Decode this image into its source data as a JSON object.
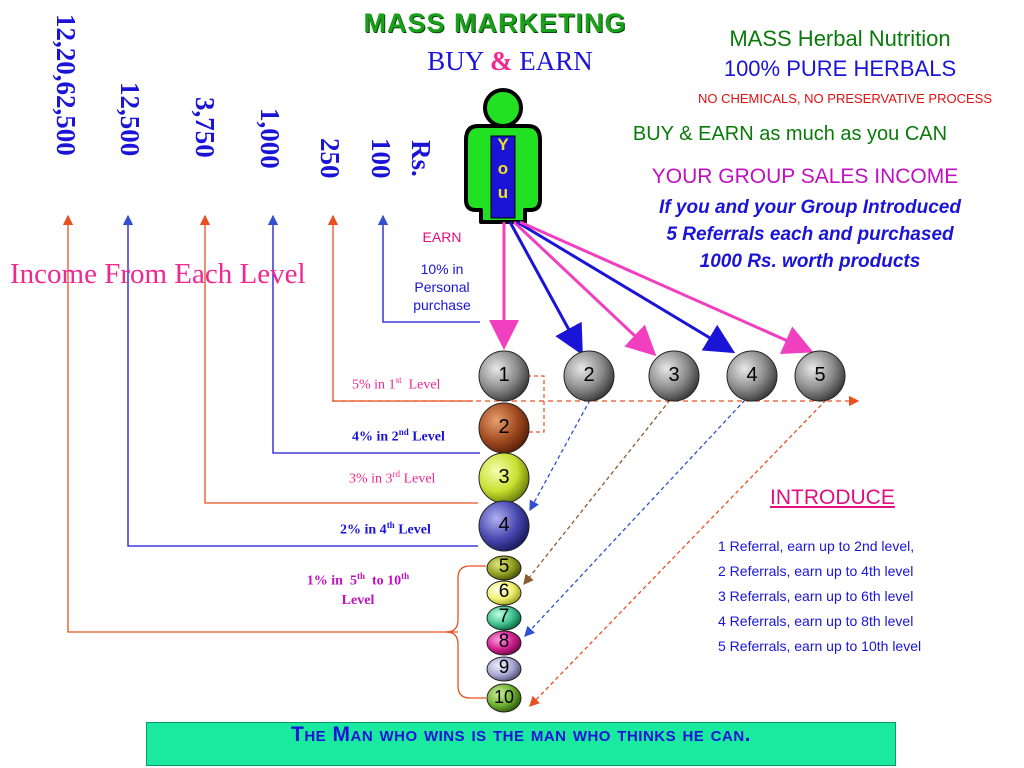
{
  "header": {
    "title": "MASS MARKETING",
    "subtitle_buy": "BUY ",
    "subtitle_amp": "&",
    "subtitle_earn": " EARN"
  },
  "herbal": {
    "line1": "MASS Herbal Nutrition",
    "line2": "100% PURE HERBALS",
    "line3": "NO CHEMICALS, NO PRESERVATIVE PROCESS"
  },
  "tagline": "BUY & EARN as much as you CAN",
  "group_sales": {
    "title": "YOUR GROUP SALES INCOME",
    "line1": "If you and your Group Introduced",
    "line2": "5 Referrals each and purchased",
    "line3": "1000 Rs. worth products"
  },
  "you_letters": [
    "Y",
    "o",
    "u"
  ],
  "income_label": "Income From Each Level",
  "income_values": {
    "rs": "Rs.",
    "v100": "100",
    "v250": "250",
    "v1000": "1,000",
    "v3750": "3,750",
    "v12500": "12,500",
    "v1220": "12,20,62,500"
  },
  "earn": {
    "title": "EARN",
    "desc": "10% in Personal purchase"
  },
  "levels": {
    "l1": {
      "prefix": "5% in 1",
      "sup": "st",
      "suffix": "  Level"
    },
    "l2": {
      "prefix": "4% in 2",
      "sup": "nd",
      "suffix": " Level"
    },
    "l3": {
      "prefix": "3% in 3",
      "sup": "rd",
      "suffix": " Level"
    },
    "l4": {
      "prefix": "2% in 4",
      "sup": "th",
      "suffix": " Level"
    },
    "l5": {
      "prefix": "1% in  5",
      "sup": "th",
      "mid": "  to 10",
      "sup2": "th",
      "line2": "Level"
    }
  },
  "referrals": [
    "1",
    "2",
    "3",
    "4",
    "5"
  ],
  "chain": [
    "2",
    "3",
    "4",
    "5",
    "6",
    "7",
    "8",
    "9",
    "10"
  ],
  "introduce": {
    "title": "INTRODUCE",
    "rules": [
      "1 Referral, earn up to 2nd level,",
      "2 Referrals, earn up to 4th level",
      "3 Referrals, earn up to 6th level",
      "4 Referrals, earn up to 8th level",
      "5 Referrals, earn up to 10th level"
    ]
  },
  "footer": "The Man who wins is the man who thinks he can.",
  "colors": {
    "green": "#1aa01a",
    "blue": "#1a14d6",
    "pink": "#f02890",
    "orange": "#e85020",
    "footer_bg": "#1aeaa0"
  }
}
